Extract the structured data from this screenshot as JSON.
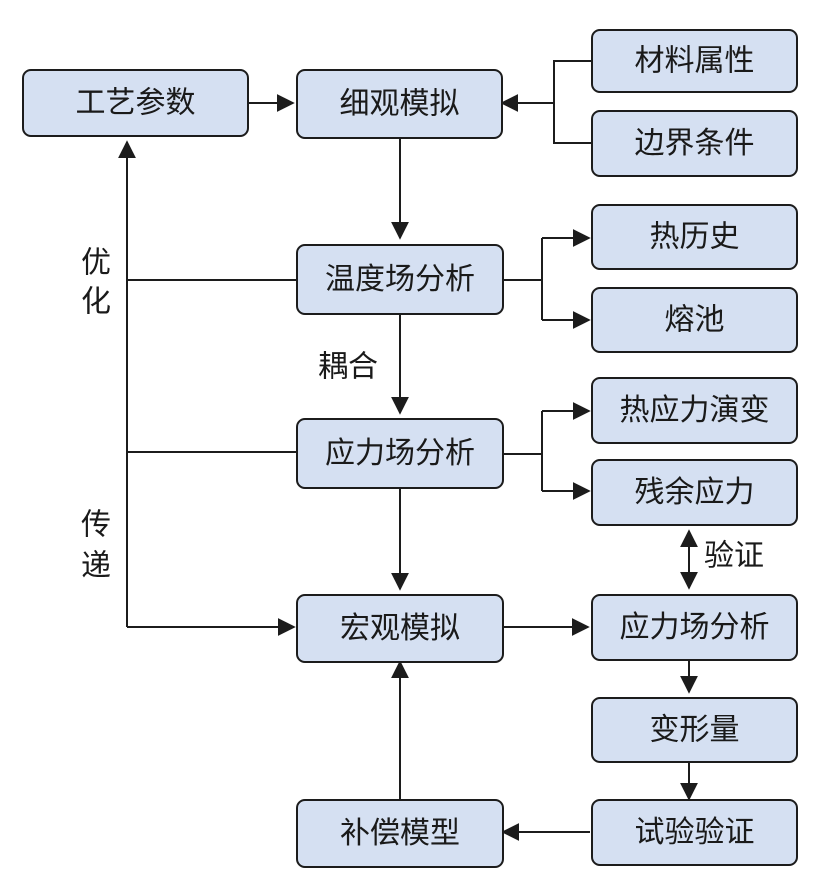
{
  "nodes": {
    "process_params": "工艺参数",
    "micro_sim": "细观模拟",
    "material_props": "材料属性",
    "boundary_cond": "边界条件",
    "temp_field": "温度场分析",
    "thermal_history": "热历史",
    "melt_pool": "熔池",
    "stress_field": "应力场分析",
    "thermal_stress_evolution": "热应力演变",
    "residual_stress": "残余应力",
    "macro_sim": "宏观模拟",
    "macro_stress_field": "应力场分析",
    "deformation": "变形量",
    "compensation_model": "补偿模型",
    "test_validation": "试验验证"
  },
  "labels": {
    "optimize_1": "优",
    "optimize_2": "化",
    "transfer_1": "传",
    "transfer_2": "递",
    "coupling": "耦合",
    "validation": "验证"
  },
  "colors": {
    "box_fill": "#d5e0f2",
    "stroke": "#1c1c1c",
    "text": "#1a1a1a"
  }
}
